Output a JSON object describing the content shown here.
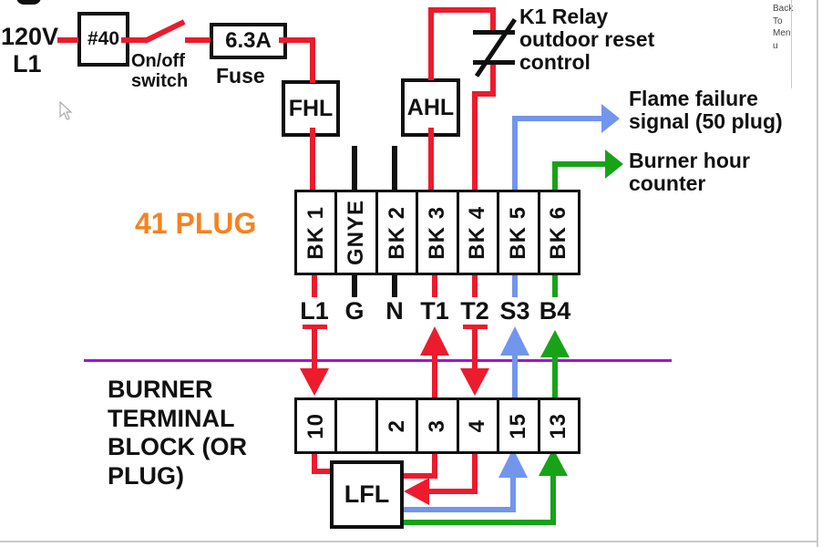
{
  "page": {
    "back_menu": {
      "full_label": "Back To Menu",
      "lines": [
        "Back",
        "To",
        "Men",
        "u"
      ]
    }
  },
  "colors": {
    "wire_red": "#ec1b2d",
    "wire_blue": "#7296ec",
    "wire_green": "#17a317",
    "divider_purple": "#a313d2",
    "plug_label_orange": "#f58220",
    "border_gray": "#c9c9c9"
  },
  "diagram": {
    "supply": {
      "voltage": "120V",
      "line": "L1"
    },
    "breaker_box": "#40",
    "switch_label": {
      "l1": "On/off",
      "l2": "switch"
    },
    "fuse_box": "6.3A",
    "fuse_label": "Fuse",
    "fhl_box": "FHL",
    "ahl_box": "AHL",
    "k1_label": {
      "l1": "K1 Relay",
      "l2": "outdoor reset",
      "l3": "control"
    },
    "plug41_label": "41 PLUG",
    "flame_signal": {
      "l1": "Flame failure",
      "l2": "signal (50 plug)"
    },
    "hour_counter": {
      "l1": "Burner hour",
      "l2": "counter"
    },
    "top_block": {
      "cells": [
        "BK 1",
        "GNYE",
        "BK 2",
        "BK 3",
        "BK 4",
        "BK 5",
        "BK 6"
      ]
    },
    "mid_labels": [
      "L1",
      "G",
      "N",
      "T1",
      "T2",
      "S3",
      "B4"
    ],
    "burner_block_label": {
      "l1": "BURNER",
      "l2": "TERMINAL",
      "l3": "BLOCK (OR",
      "l4": "PLUG)"
    },
    "bottom_block": {
      "cells": [
        "10",
        "",
        "2",
        "3",
        "4",
        "15",
        "13"
      ]
    },
    "lfl_box": "LFL"
  }
}
